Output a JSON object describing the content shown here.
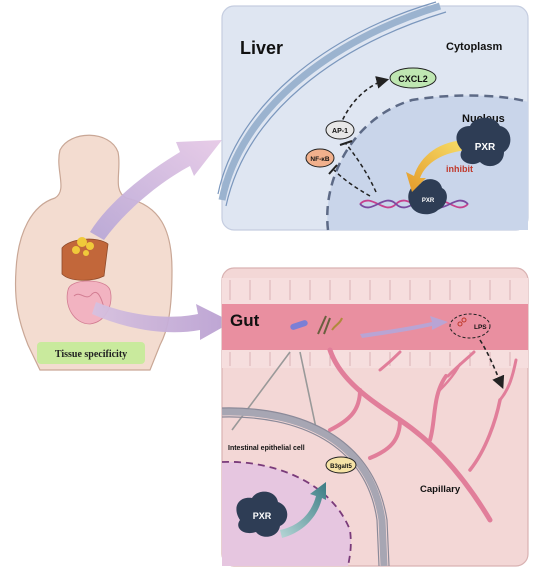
{
  "left": {
    "tissue_label": "Tissue specificity"
  },
  "liver_panel": {
    "title": "Liver",
    "cytoplasm": "Cytoplasm",
    "nucleus": "Nucleus",
    "cxcl2": "CXCL2",
    "ap1": "AP-1",
    "nfkb": "NF-κB",
    "pxr": "PXR",
    "pxr_dna": "PXR",
    "inhibit": "inhibit"
  },
  "gut_panel": {
    "title": "Gut",
    "lps": "LPS",
    "epithelial": "Intestinal epithelial cell",
    "pxr": "PXR",
    "b3galt5": "B3galt5",
    "capillary": "Capillary"
  },
  "colors": {
    "liver_bg": "#dfe6f2",
    "gut_bg": "#f3d7d6",
    "gut_band": "#e98fa0",
    "pxr": "#2e3d55",
    "arrow_purple": "#cfb6dc",
    "label_green": "#c9ea9d"
  }
}
